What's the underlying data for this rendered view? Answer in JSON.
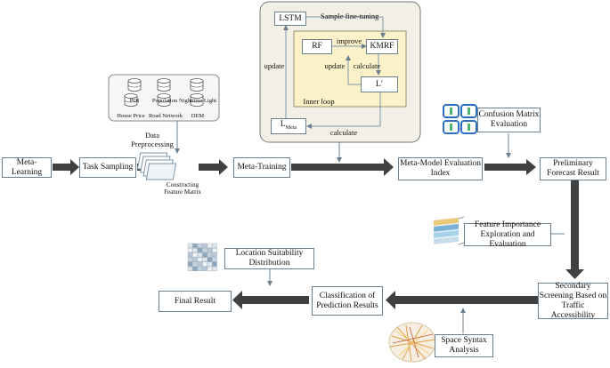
{
  "nodes": {
    "meta_learning": "Meta-Learning",
    "task_sampling": "Task Sampling",
    "meta_training": "Meta-Training",
    "meta_model_eval": "Meta-Model Evaluation Index",
    "preliminary_forecast": "Preliminary Forecast Result",
    "confusion_matrix": "Confusion Matrix Evaluation",
    "feature_importance": "Feature Importance Exploration and Evaluation",
    "secondary_screening": "Secondary Screening Based on Traffic Accessibility",
    "classification": "Classification of Prediction Results",
    "final_result": "Final Result",
    "location_suitability": "Location Suitability Distribution",
    "space_syntax": "Space Syntax Analysis"
  },
  "data_sources": [
    "POI",
    "Population",
    "Nighttime Light",
    "House Price",
    "Road Network",
    "DEM"
  ],
  "labels": {
    "data_preprocessing": "Data Preprocessing",
    "constructing_matrix": "Constructing Feature Matrix"
  },
  "inner_panel": {
    "lstm": "LSTM",
    "rf": "RF",
    "kmrf": "KMRF",
    "l_prime": "L′",
    "l_meta_main": "L",
    "l_meta_sub": "Meta",
    "sample_fine_tuning": "Sample fine-tuning",
    "improve": "improve",
    "update_outer": "update",
    "update_inner": "update",
    "calculate_inner": "calculate",
    "calculate_outer": "calculate",
    "inner_loop": "Inner loop"
  },
  "colors": {
    "arrow": "#404040",
    "panel_bg": "#f2f0e6",
    "inner_bg": "#fbf2c9",
    "inner_border": "#9b8f6c",
    "box_border": "#6b7f8f",
    "thin_line": "#7b95aa",
    "icon_blue": "#2d6fc1",
    "icon_green": "#4bb46a"
  }
}
